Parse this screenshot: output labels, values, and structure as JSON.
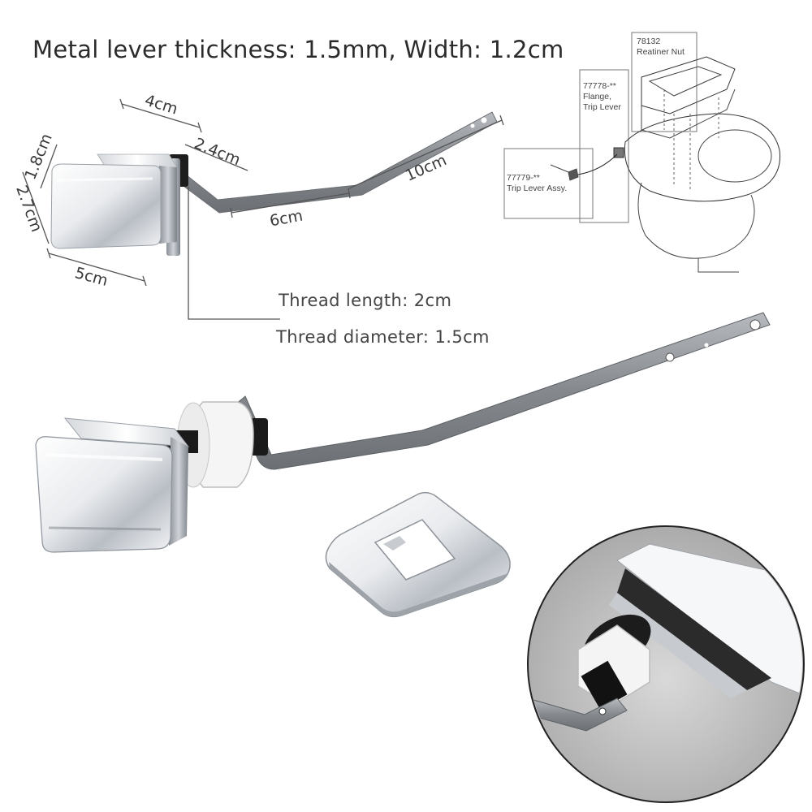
{
  "headline": "Metal lever thickness: 1.5mm, Width: 1.2cm",
  "dimensions": {
    "d4cm": "4cm",
    "d18cm": "1.8cm",
    "d27cm": "2.7cm",
    "d24cm": "2.4cm",
    "d10cm": "10cm",
    "d6cm": "6cm",
    "d5cm": "5cm"
  },
  "thread": {
    "length": "Thread length: 2cm",
    "diameter": "Thread diameter: 1.5cm"
  },
  "diagram": {
    "retainer_code": "78132",
    "retainer_name": "Reatiner Nut",
    "flange_code": "77778-**",
    "flange_line1": "Flange,",
    "flange_line2": "Trip Lever",
    "trip_code": "77779-**",
    "trip_name": "Trip Lever Assy."
  },
  "colors": {
    "chrome_light": "#f4f5f7",
    "chrome_dark": "#9ea3aa",
    "steel": "#8d9094",
    "washer": "#f2f2f2",
    "thread": "#1c1c1c"
  }
}
